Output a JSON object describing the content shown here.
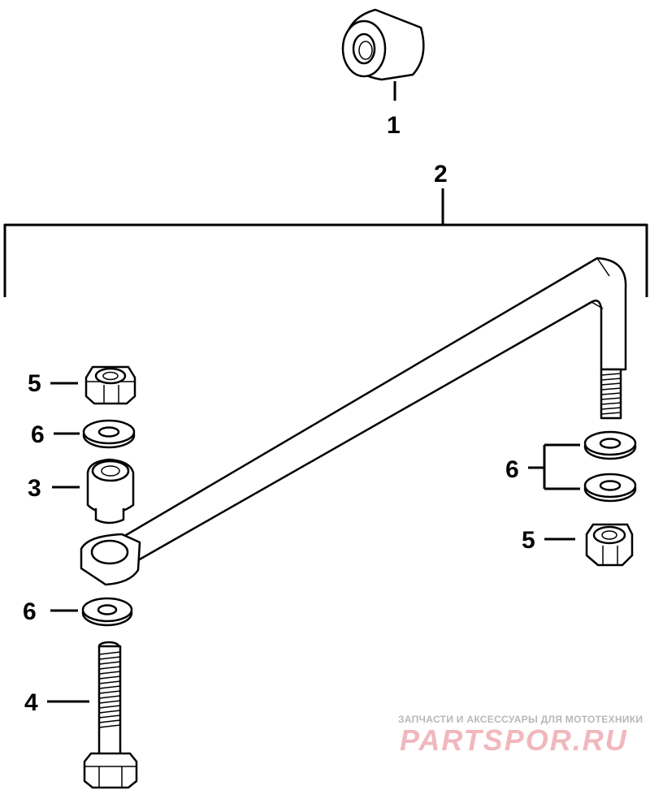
{
  "callouts": {
    "c1": "1",
    "c2": "2",
    "c3": "3",
    "c4": "4",
    "c5_left": "5",
    "c5_right": "5",
    "c6_left_top": "6",
    "c6_left_bottom": "6",
    "c6_right": "6"
  },
  "watermark": {
    "tagline": "ЗАПЧАСТИ И АКСЕССУАРЫ ДЛЯ МОТОТЕХНИКИ",
    "brand": "PARTSPOR.RU"
  }
}
